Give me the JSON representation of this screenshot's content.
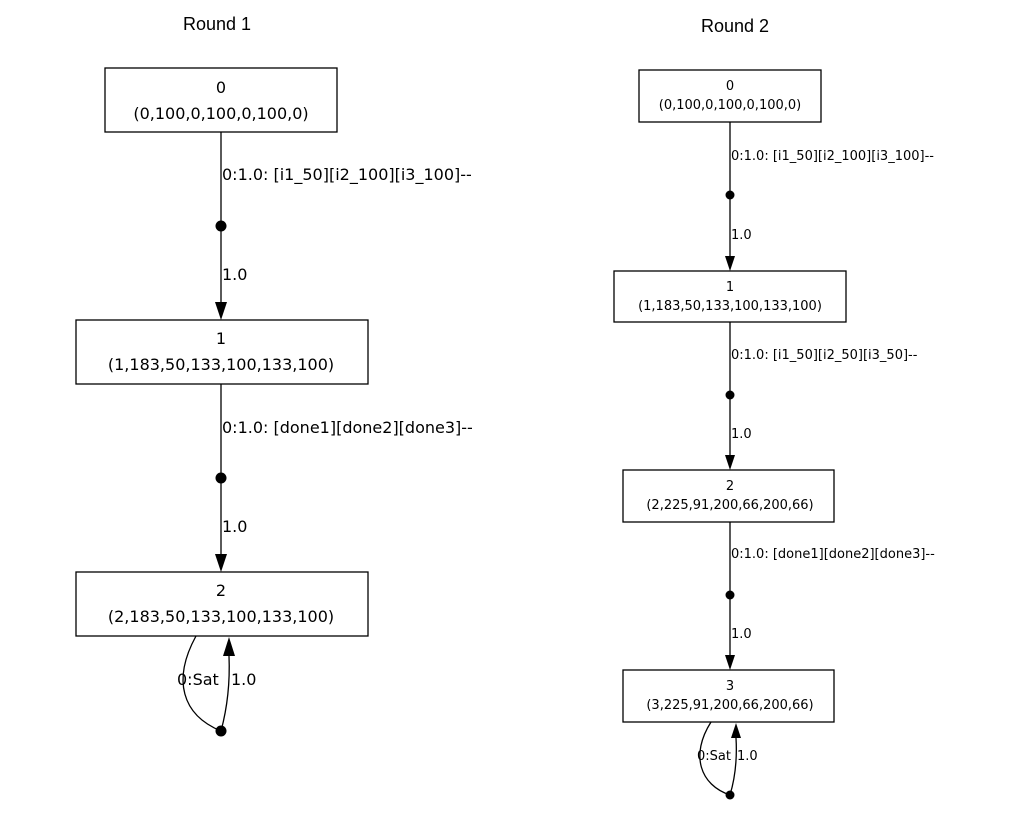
{
  "rounds": [
    {
      "title": "Round 1",
      "nodes": [
        {
          "id": "0",
          "state": "(0,100,0,100,0,100,0)"
        },
        {
          "id": "1",
          "state": "(1,183,50,133,100,133,100)"
        },
        {
          "id": "2",
          "state": "(2,183,50,133,100,133,100)"
        }
      ],
      "edges": [
        {
          "action": "0:1.0: [i1_50][i2_100][i3_100]--",
          "prob": "1.0"
        },
        {
          "action": "0:1.0: [done1][done2][done3]--",
          "prob": "1.0"
        }
      ],
      "self_loop": {
        "action": "0:Sat",
        "prob": "1.0"
      }
    },
    {
      "title": "Round 2",
      "nodes": [
        {
          "id": "0",
          "state": "(0,100,0,100,0,100,0)"
        },
        {
          "id": "1",
          "state": "(1,183,50,133,100,133,100)"
        },
        {
          "id": "2",
          "state": "(2,225,91,200,66,200,66)"
        },
        {
          "id": "3",
          "state": "(3,225,91,200,66,200,66)"
        }
      ],
      "edges": [
        {
          "action": "0:1.0: [i1_50][i2_100][i3_100]--",
          "prob": "1.0"
        },
        {
          "action": "0:1.0: [i1_50][i2_50][i3_50]--",
          "prob": "1.0"
        },
        {
          "action": "0:1.0: [done1][done2][done3]--",
          "prob": "1.0"
        }
      ],
      "self_loop": {
        "action": "0:Sat",
        "prob": "1.0"
      }
    }
  ]
}
